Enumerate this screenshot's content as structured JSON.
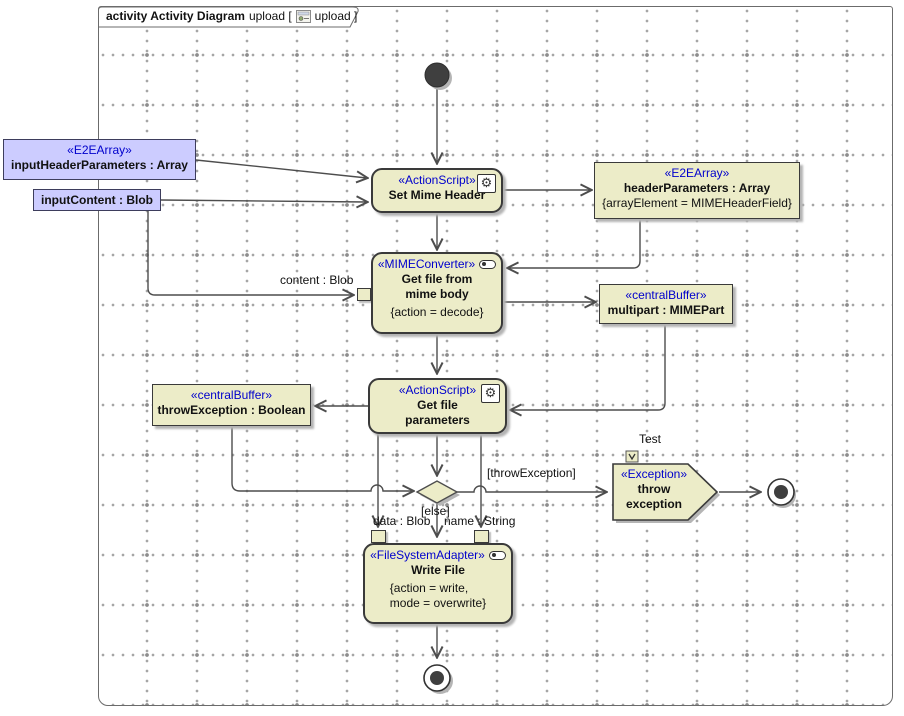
{
  "colors": {
    "stereotype_blue": "#0000cc",
    "action_fill": "#ececc8",
    "object_fill": "#ccccff",
    "line": "#4d4d4d"
  },
  "frame": {
    "title_bold": "activity Activity Diagram",
    "title_pre": "upload [",
    "title_post": "upload ]"
  },
  "nodes": {
    "input_header_parameters": {
      "stereotype": "«E2EArray»",
      "name": "inputHeaderParameters : Array"
    },
    "input_content": {
      "name": "inputContent : Blob"
    },
    "set_mime_header": {
      "stereotype": "«ActionScript»",
      "name": "Set Mime Header"
    },
    "header_parameters": {
      "stereotype": "«E2EArray»",
      "name": "headerParameters : Array",
      "tag": "{arrayElement = MIMEHeaderField}"
    },
    "get_file_from_mime_body": {
      "stereotype": "«MIMEConverter»",
      "name": "Get file from\nmime body",
      "tag": "{action = decode}"
    },
    "multipart": {
      "stereotype": "«centralBuffer»",
      "name": "multipart : MIMEPart"
    },
    "throw_exception_buffer": {
      "stereotype": "«centralBuffer»",
      "name": "throwException : Boolean"
    },
    "get_file_parameters": {
      "stereotype": "«ActionScript»",
      "name": "Get file\nparameters"
    },
    "write_file": {
      "stereotype": "«FileSystemAdapter»",
      "name": "Write File",
      "tag": "{action = write,\nmode = overwrite}"
    },
    "throw_exception": {
      "stereotype": "«Exception»",
      "name": "throw\nexception"
    }
  },
  "edge_labels": {
    "content": "content : Blob",
    "data": "data : Blob",
    "name": "name : String",
    "else_guard": "[else]",
    "throw_guard": "[throwException]",
    "test": "Test"
  }
}
